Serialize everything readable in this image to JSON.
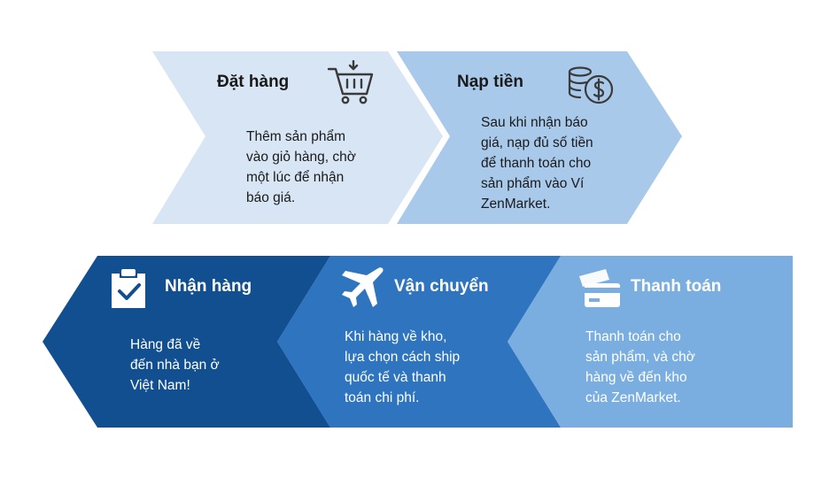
{
  "steps": [
    {
      "id": "dat-hang",
      "title": "Đặt hàng",
      "description": "Thêm sản phẩm\nvào giỏ hàng, chờ\nmột lúc để nhận\nbáo giá.",
      "icon": "shopping-cart-icon",
      "fill": "#d7e5f4"
    },
    {
      "id": "nap-tien",
      "title": "Nạp tiền",
      "description": "Sau khi nhận báo\ngiá, nạp đủ số tiền\nđể thanh toán cho\nsản phẩm vào Ví\nZenMarket.",
      "icon": "coins-dollar-icon",
      "fill": "#a9c9ea"
    },
    {
      "id": "thanh-toan",
      "title": "Thanh toán",
      "description": "Thanh toán cho\nsản phẩm, và chờ\nhàng về đến kho\ncủa ZenMarket.",
      "icon": "credit-card-icon",
      "fill": "#7aaee0"
    },
    {
      "id": "van-chuyen",
      "title": "Vận chuyển",
      "description": "Khi hàng về kho,\nlựa chọn cách ship\nquốc tế và thanh\ntoán chi phí.",
      "icon": "airplane-icon",
      "fill": "#2f74bf"
    },
    {
      "id": "nhan-hang",
      "title": "Nhận hàng",
      "description": "Hàng đã về\nđến nhà bạn ở\nViệt Nam!",
      "icon": "clipboard-check-icon",
      "fill": "#124f91"
    }
  ]
}
